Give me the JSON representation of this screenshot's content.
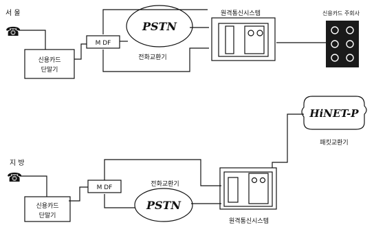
{
  "top": {
    "location": "서 울",
    "phone_glyph": "☎",
    "card_terminal": [
      "신용카드",
      "단말기"
    ],
    "mdf": "M DF",
    "switch_name": "PSTN",
    "switch_caption": "전화교환기",
    "remote_system": "원격통신시스템",
    "card_company": "신용카드 주회사"
  },
  "bottom": {
    "location": "지 방",
    "phone_glyph": "☎",
    "card_terminal": [
      "신용카드",
      "단말기"
    ],
    "mdf": "M DF",
    "switch_name": "PSTN",
    "switch_caption": "전화교환기",
    "remote_system": "원격통신시스템",
    "packet_network": "HiNET-P",
    "packet_caption": "패킷교환기"
  },
  "colors": {
    "line": "#111111",
    "background": "#ffffff"
  }
}
